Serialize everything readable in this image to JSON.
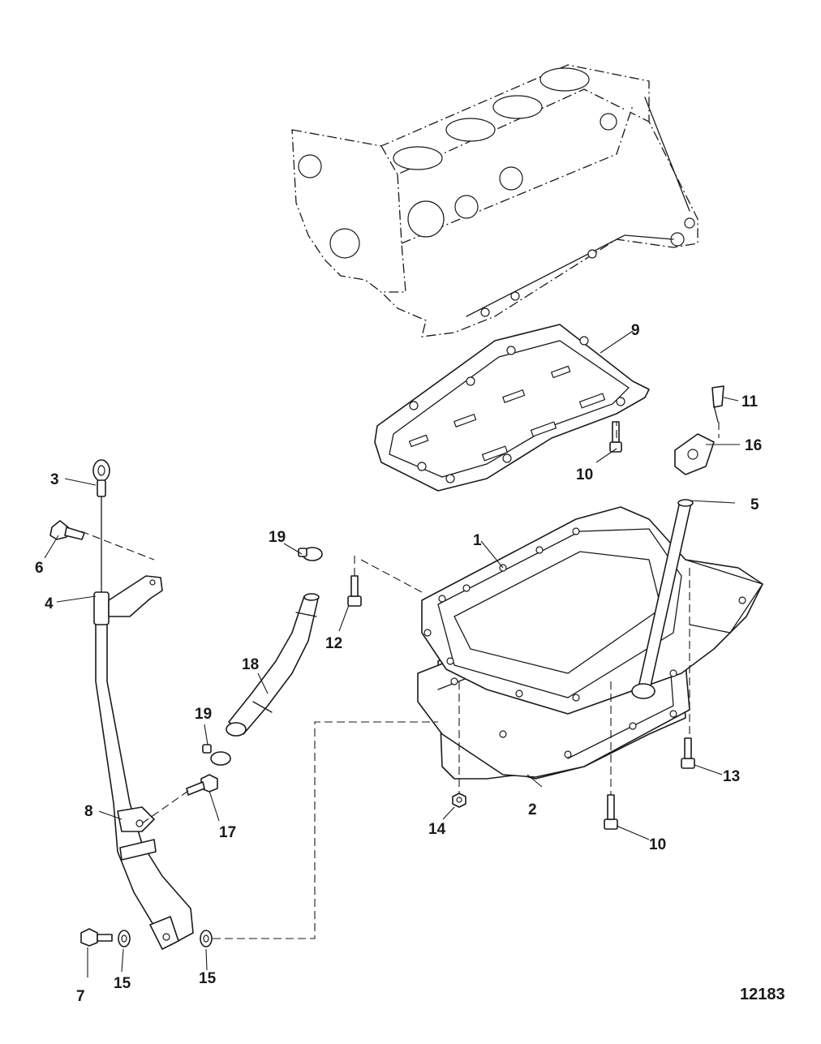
{
  "figure_number": "12183",
  "callouts": {
    "c1": "1",
    "c2": "2",
    "c3": "3",
    "c4": "4",
    "c5": "5",
    "c6": "6",
    "c7": "7",
    "c8": "8",
    "c9": "9",
    "c10a": "10",
    "c10b": "10",
    "c11": "11",
    "c12": "12",
    "c13": "13",
    "c14": "14",
    "c15a": "15",
    "c15b": "15",
    "c16": "16",
    "c17": "17",
    "c18": "18",
    "c19a": "19",
    "c19b": "19"
  },
  "colors": {
    "ink": "#1a1a1a",
    "paper": "#ffffff"
  }
}
